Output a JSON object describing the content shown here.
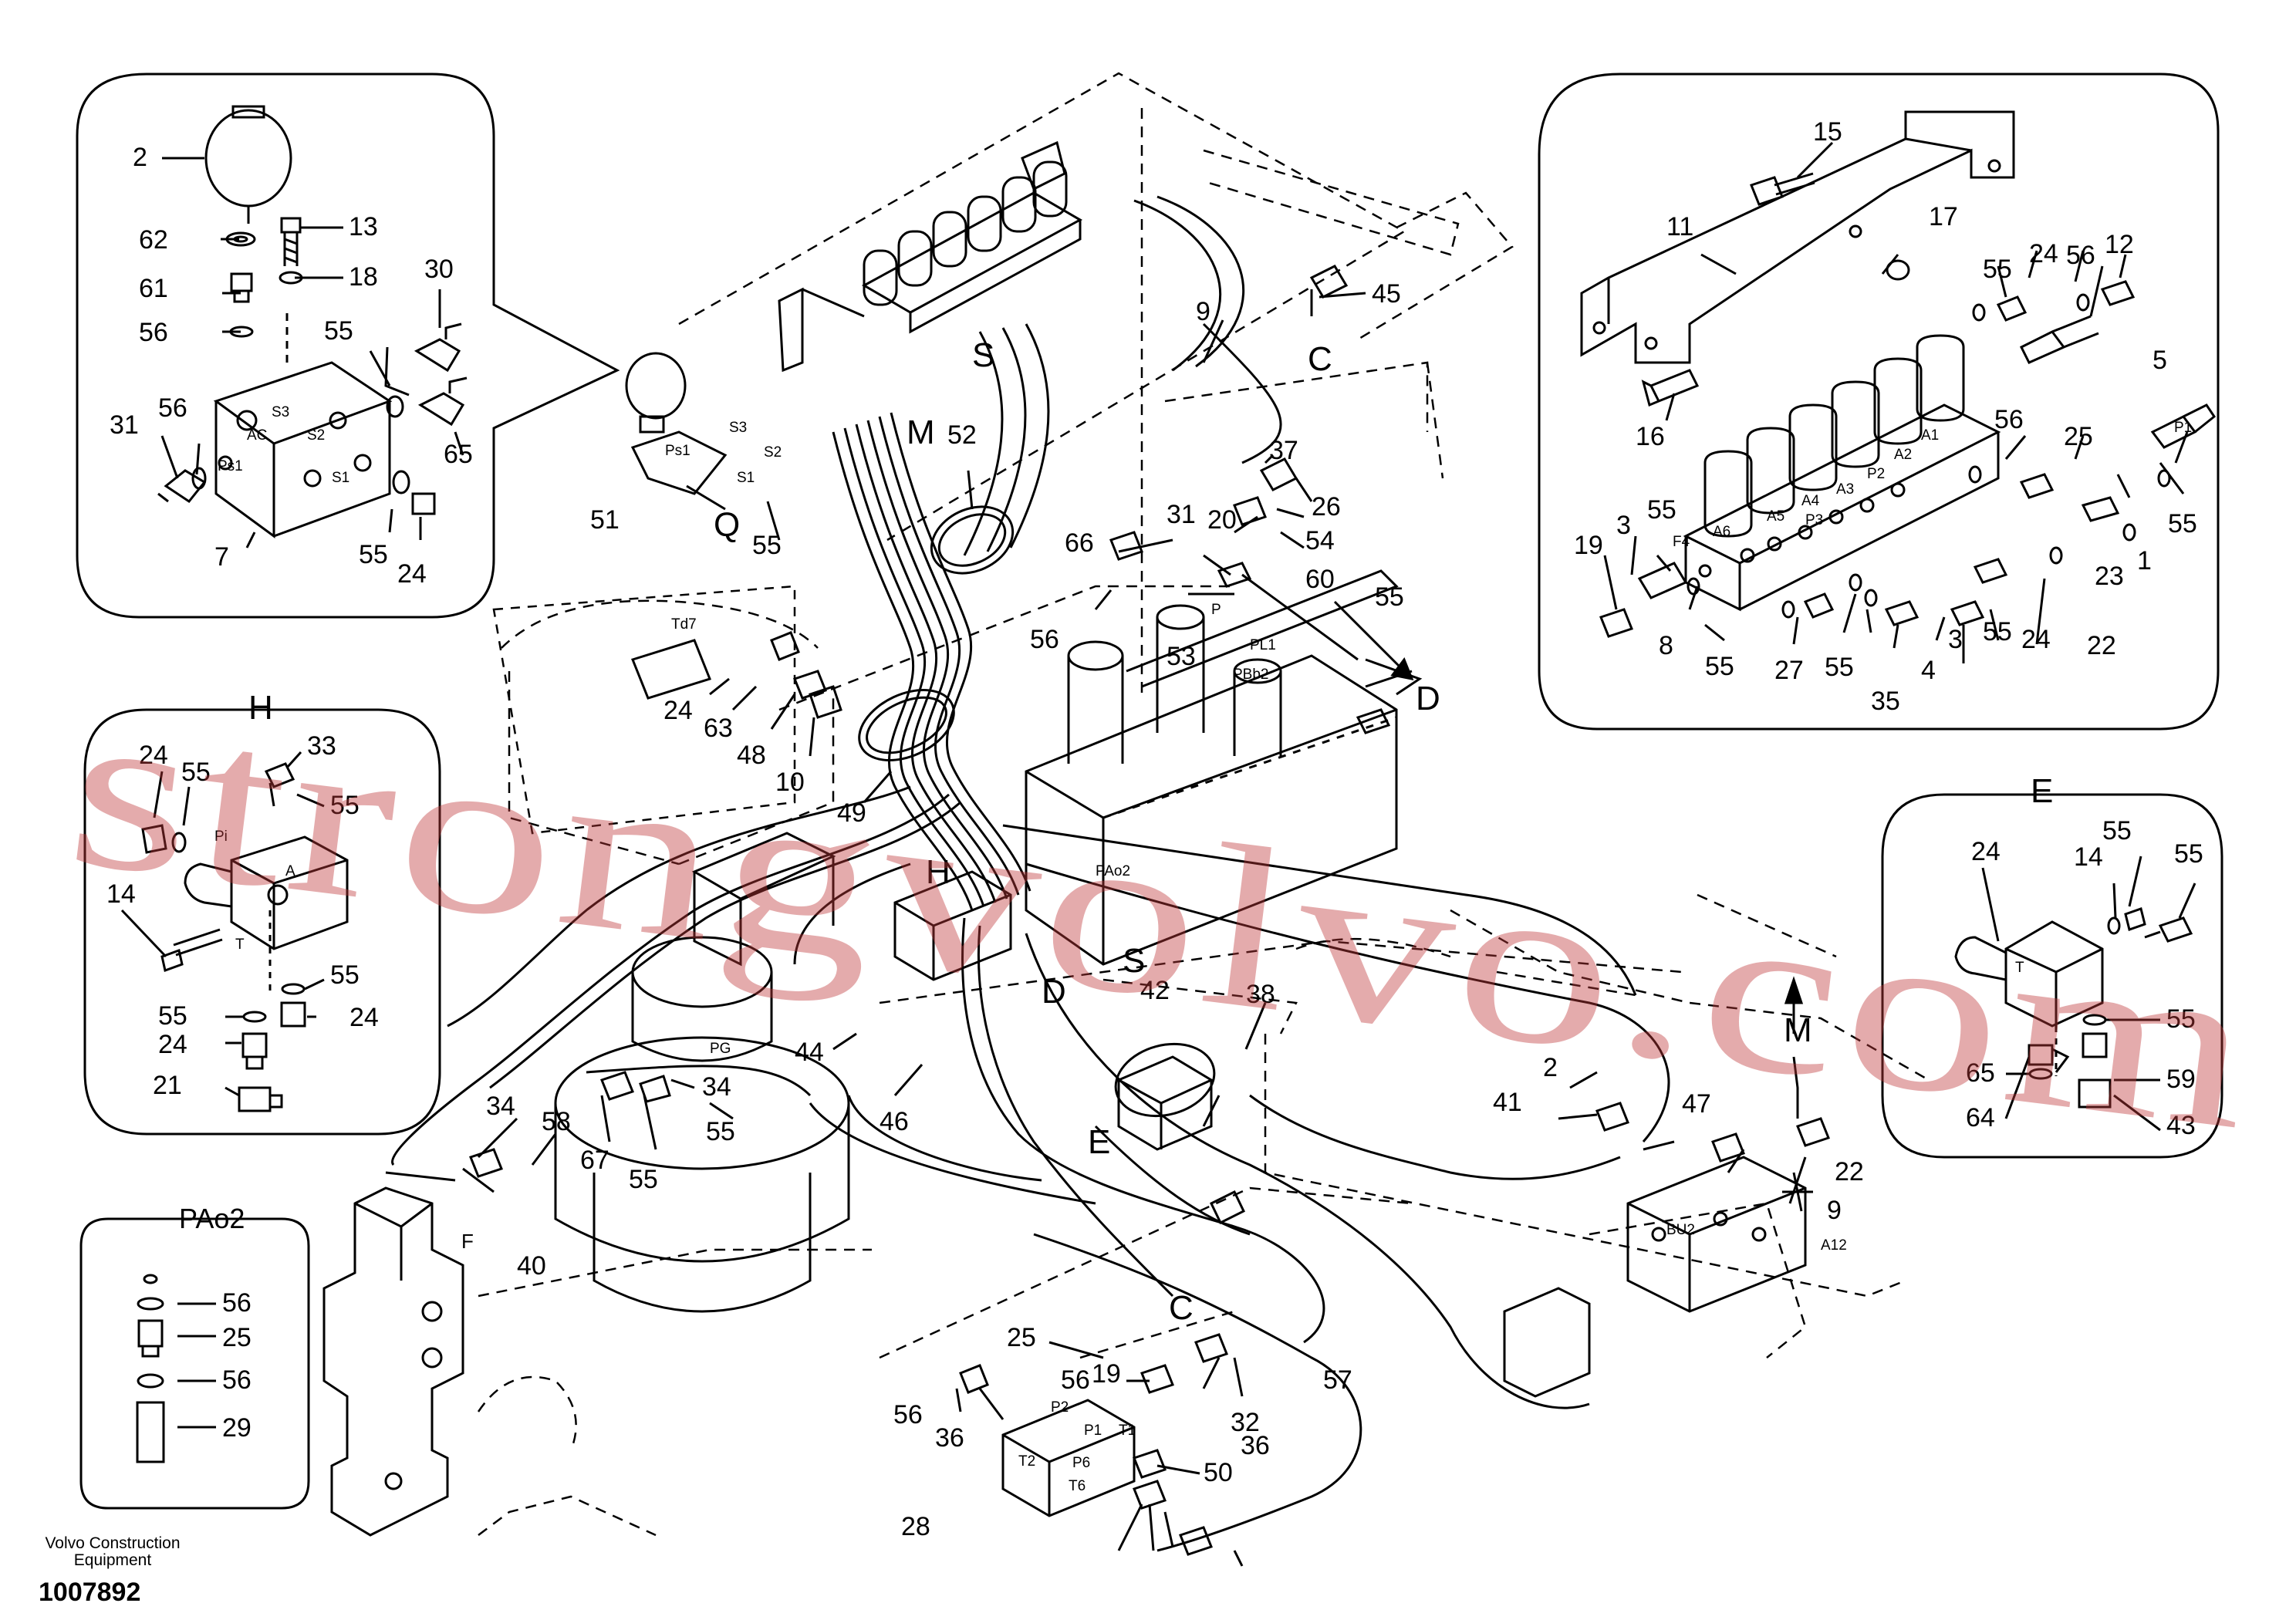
{
  "footer": {
    "company_line1": "Volvo Construction",
    "company_line2": "Equipment",
    "drawing_number": "1007892"
  },
  "watermark": "strongvolvo.com",
  "colors": {
    "line": "#000000",
    "watermark": "#c0393b",
    "background": "#ffffff"
  },
  "insets": {
    "accumulator": {
      "title": ""
    },
    "valve_h": {
      "title": "H"
    },
    "pa02": {
      "title": "PAo2"
    },
    "solenoid_block": {
      "title": ""
    },
    "valve_e": {
      "title": "E"
    }
  },
  "letters": [
    "H",
    "PAo2",
    "E",
    "Q",
    "M",
    "S",
    "C",
    "D",
    "D",
    "E",
    "H",
    "S",
    "C",
    "M",
    "F"
  ],
  "ports": [
    "AC",
    "Ps1",
    "S3",
    "S2",
    "S1",
    "Pi",
    "A",
    "T",
    "T",
    "Ps1",
    "S3",
    "S2",
    "S1",
    "Td7",
    "PL1",
    "PBb2",
    "P",
    "PAo2",
    "PG",
    "BU2",
    "A12",
    "P2",
    "P1",
    "T1",
    "T2",
    "P6",
    "T6",
    "P1",
    "A1",
    "A2",
    "P2",
    "A3",
    "A4",
    "A5",
    "P3",
    "A6",
    "F4"
  ],
  "callouts": [
    "2",
    "13",
    "62",
    "18",
    "61",
    "30",
    "56",
    "55",
    "31",
    "56",
    "65",
    "7",
    "55",
    "24",
    "24",
    "33",
    "55",
    "55",
    "14",
    "55",
    "24",
    "55",
    "24",
    "21",
    "56",
    "25",
    "56",
    "29",
    "15",
    "11",
    "17",
    "24",
    "56",
    "12",
    "55",
    "5",
    "16",
    "56",
    "25",
    "55",
    "19",
    "3",
    "55",
    "8",
    "55",
    "27",
    "55",
    "35",
    "4",
    "3",
    "55",
    "24",
    "22",
    "23",
    "1",
    "24",
    "55",
    "14",
    "55",
    "55",
    "65",
    "64",
    "59",
    "43",
    "45",
    "9",
    "52",
    "37",
    "26",
    "54",
    "60",
    "55",
    "31",
    "20",
    "66",
    "56",
    "53",
    "51",
    "55",
    "24",
    "63",
    "48",
    "10",
    "49",
    "44",
    "46",
    "38",
    "34",
    "58",
    "67",
    "55",
    "34",
    "55",
    "40",
    "2",
    "41",
    "47",
    "22",
    "9",
    "42",
    "25",
    "19",
    "32",
    "57",
    "36",
    "56",
    "56",
    "36",
    "28",
    "50"
  ]
}
